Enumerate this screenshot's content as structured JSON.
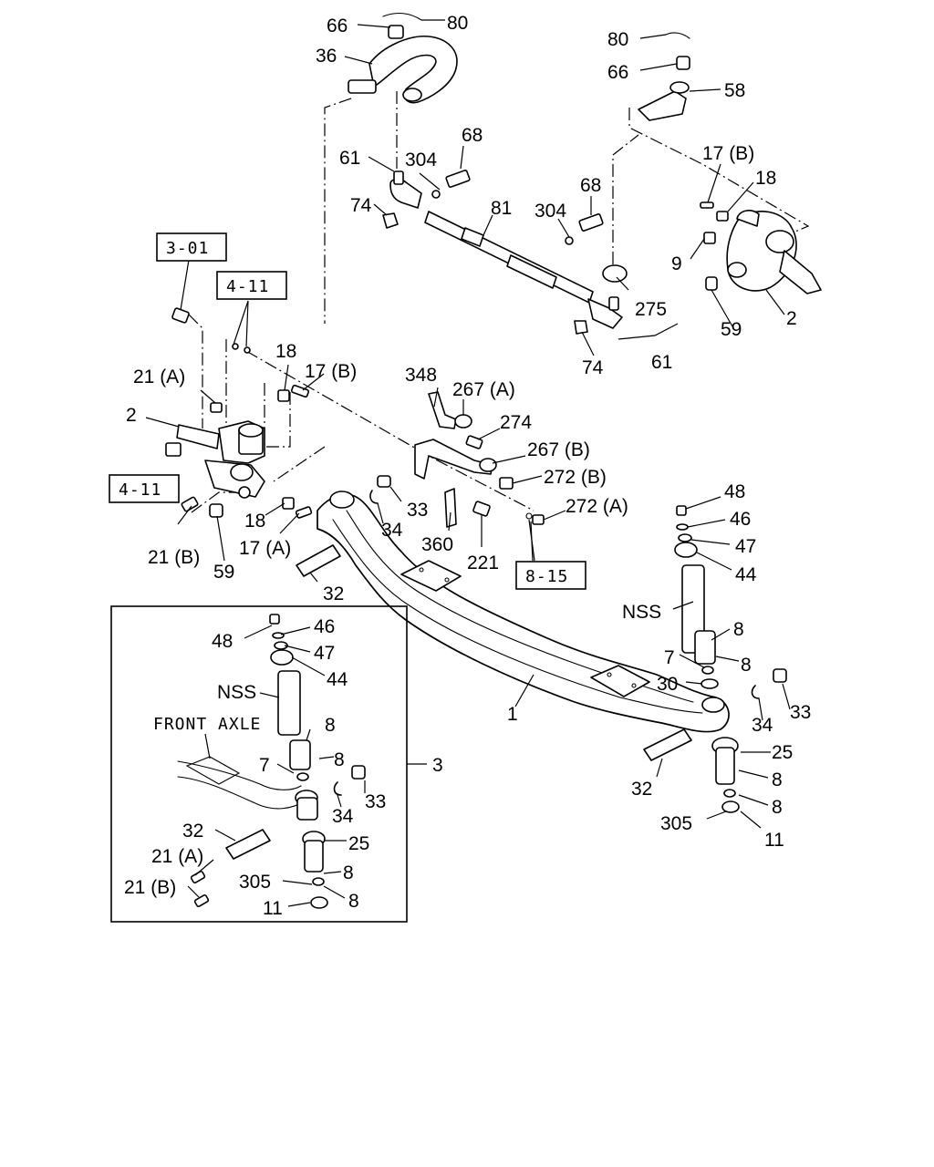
{
  "callouts": {
    "c80a": "80",
    "c66a": "66",
    "c36": "36",
    "c80b": "80",
    "c66b": "66",
    "c58": "58",
    "c68a": "68",
    "c61a": "61",
    "c304a": "304",
    "c74a": "74",
    "c81": "81",
    "c68b": "68",
    "c304b": "304",
    "c17Ba": "17 (B)",
    "c18a": "18",
    "c9": "9",
    "c275": "275",
    "c2a": "2",
    "c59a": "59",
    "c74b": "74",
    "c61b": "61",
    "c21A": "21 (A)",
    "c18b": "18",
    "c17Bb": "17 (B)",
    "c2b": "2",
    "c18c": "18",
    "c17A": "17 (A)",
    "c21B": "21 (B)",
    "c59b": "59",
    "c348": "348",
    "c267A": "267 (A)",
    "c274": "274",
    "c267B": "267 (B)",
    "c272B": "272 (B)",
    "c33a": "33",
    "c34a": "34",
    "c272A": "272 (A)",
    "c360": "360",
    "c221": "221",
    "c32a": "32",
    "c48a": "48",
    "c46a": "46",
    "c47a": "47",
    "c44a": "44",
    "cNSSa": "NSS",
    "c8a": "8",
    "c7a": "7",
    "c8b": "8",
    "c30": "30",
    "c34b": "34",
    "c33b": "33",
    "c1": "1",
    "c25a": "25",
    "c32b": "32",
    "c8c": "8",
    "c8d": "8",
    "c305a": "305",
    "c11a": "11",
    "c48b": "48",
    "c46b": "46",
    "c47b": "47",
    "c44b": "44",
    "cNSSb": "NSS",
    "c8e": "8",
    "c7b": "7",
    "c8f": "8",
    "c33c": "33",
    "c34c": "34",
    "c32c": "32",
    "c25b": "25",
    "c21Ai": "21 (A)",
    "c21Bi": "21 (B)",
    "c305b": "305",
    "c8g": "8",
    "c8h": "8",
    "c11b": "11",
    "c3": "3"
  },
  "references": {
    "r301": "3-01",
    "r411a": "4-11",
    "r411b": "4-11",
    "r815": "8-15"
  },
  "inset": {
    "label": "FRONT AXLE"
  }
}
